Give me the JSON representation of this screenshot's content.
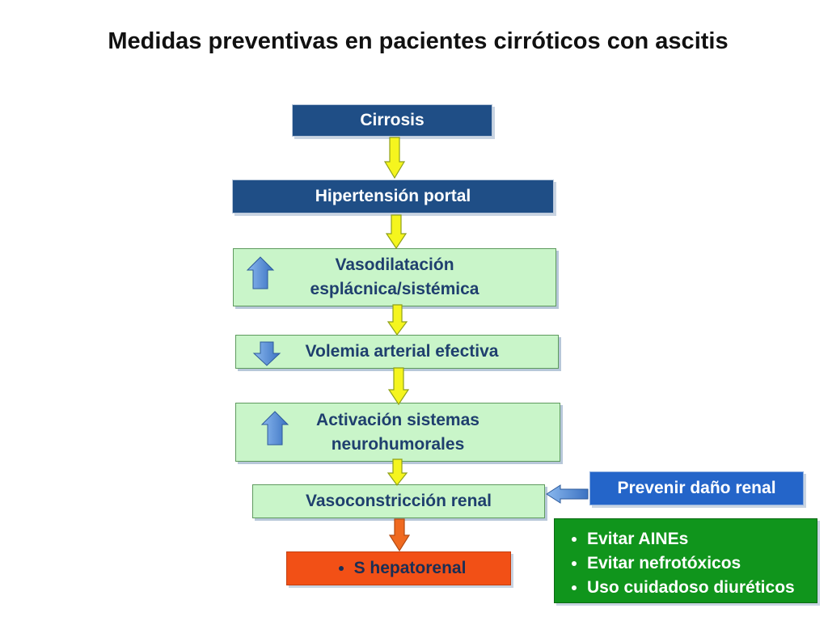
{
  "title": "Medidas preventivas en pacientes cirróticos con ascitis",
  "boxes": {
    "cirrosis": "Cirrosis",
    "hipertension": "Hipertensión portal",
    "vasodilatacion": "Vasodilatación esplácnica/sistémica",
    "volemia": "Volemia arterial efectiva",
    "activacion": "Activación sistemas neurohumorales",
    "vasoconstriccion": "Vasoconstricción renal",
    "hepatorenal": "S hepatorenal",
    "prevenir": "Prevenir daño renal"
  },
  "measures": [
    "Evitar AINEs",
    "Evitar nefrotóxicos",
    "Uso cuidadoso diuréticos"
  ],
  "indicators": {
    "vasodilatacion": "up",
    "volemia": "down",
    "activacion": "up"
  },
  "colors": {
    "flow_arrow": "#f5f51e",
    "final_arrow": "#f06a20",
    "indicator_arrow": "#4f8ed8",
    "dark_box": "#1f4e86",
    "green_box": "#c9f5c9",
    "red_box": "#f25016",
    "blue_box": "#2465c9",
    "list_box": "#10951c"
  },
  "icons": {
    "up_indicator": "up-arrow-icon",
    "down_indicator": "down-arrow-icon",
    "connector": "left-arrow-icon"
  }
}
